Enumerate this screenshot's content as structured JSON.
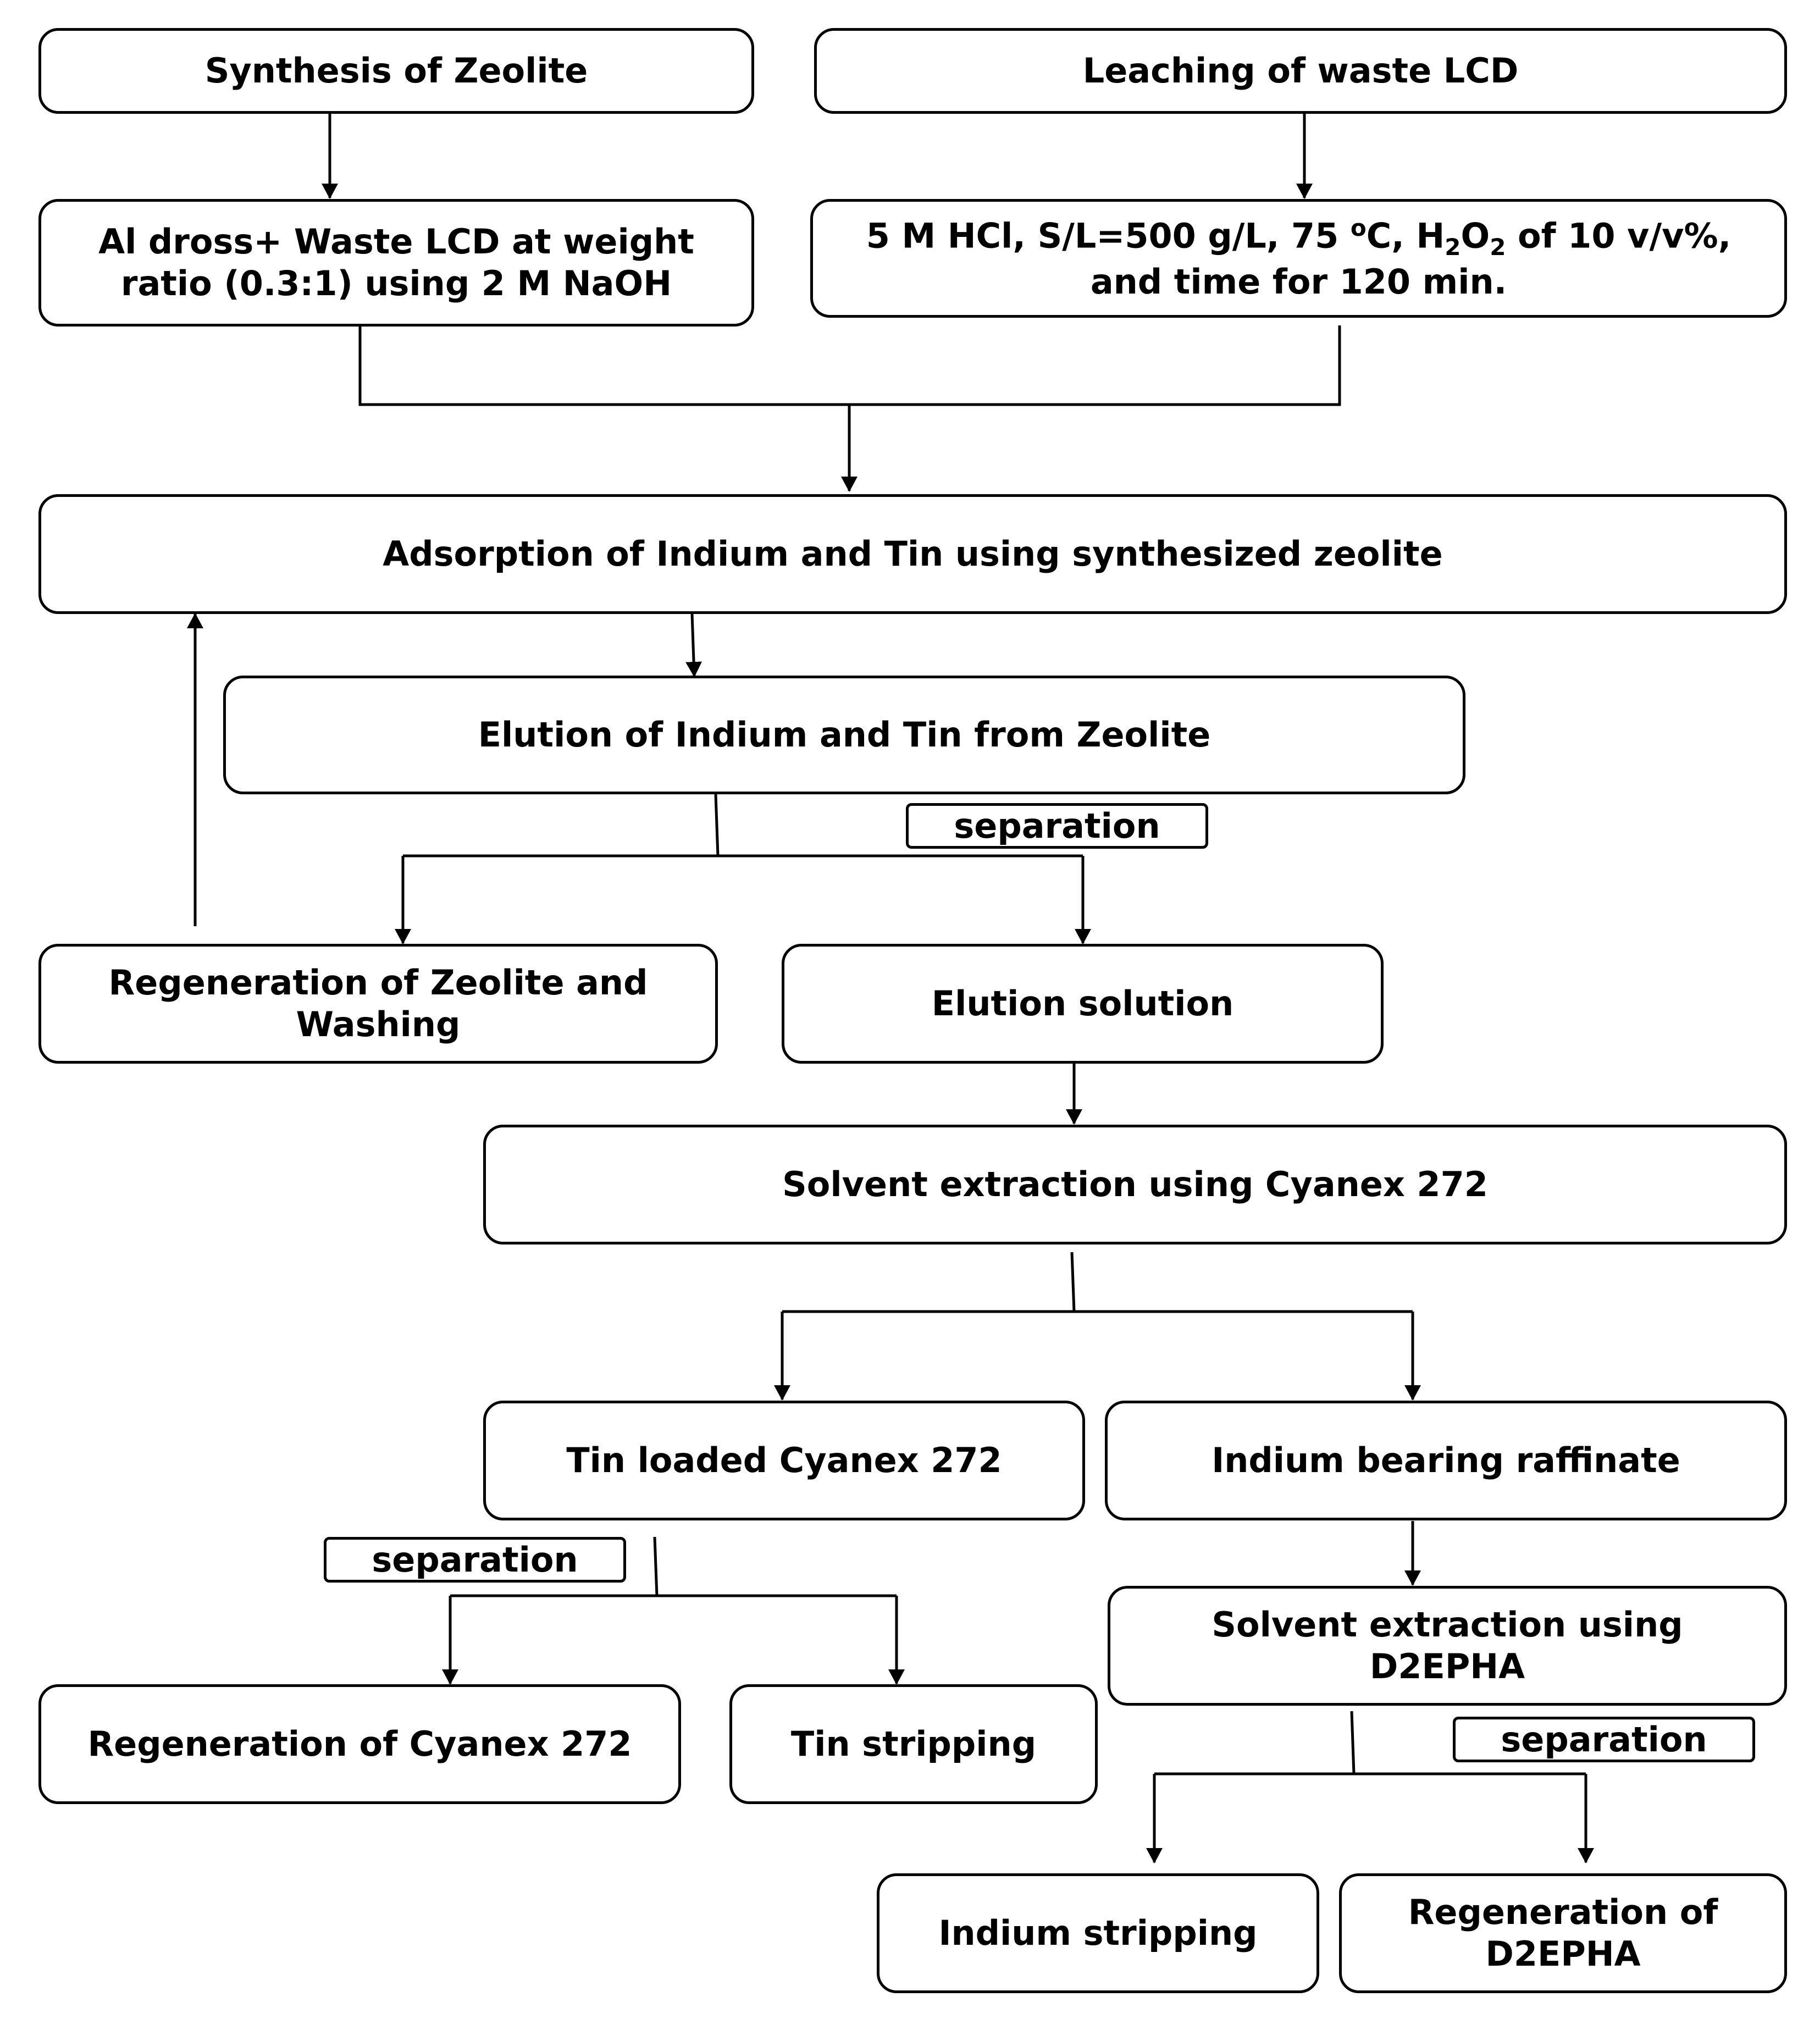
{
  "boxes": {
    "synthesis_zeolite": "Synthesis of Zeolite",
    "leaching_lcd": "Leaching of waste LCD",
    "al_dross": "Al dross+ Waste LCD at weight ratio (0.3:1) using 2 M NaOH",
    "leach_conditions": {
      "part1": "5 M HCl, S/L=500 g/L, 75 ",
      "deg": "o",
      "part2": "C, H",
      "sub1": "2",
      "part3": "O",
      "sub2": "2",
      "part4": " of 10 v/v%,",
      "line2": "and time for 120 min."
    },
    "adsorption": "Adsorption of Indium and Tin using synthesized zeolite",
    "elution_from_zeolite": "Elution of Indium and Tin from Zeolite",
    "regeneration_zeolite": "Regeneration of Zeolite and Washing",
    "elution_solution": "Elution solution",
    "solvent_cyanex": "Solvent extraction using Cyanex 272",
    "tin_loaded": "Tin loaded Cyanex 272",
    "indium_raffinate": "Indium bearing raffinate",
    "solvent_d2epha": "Solvent extraction using D2EPHA",
    "regeneration_cyanex": "Regeneration of Cyanex 272",
    "tin_stripping": "Tin stripping",
    "indium_stripping": "Indium stripping",
    "regeneration_d2epha": "Regeneration of D2EPHA"
  },
  "labels": {
    "separation_1": "separation",
    "separation_2": "separation",
    "separation_3": "separation"
  }
}
